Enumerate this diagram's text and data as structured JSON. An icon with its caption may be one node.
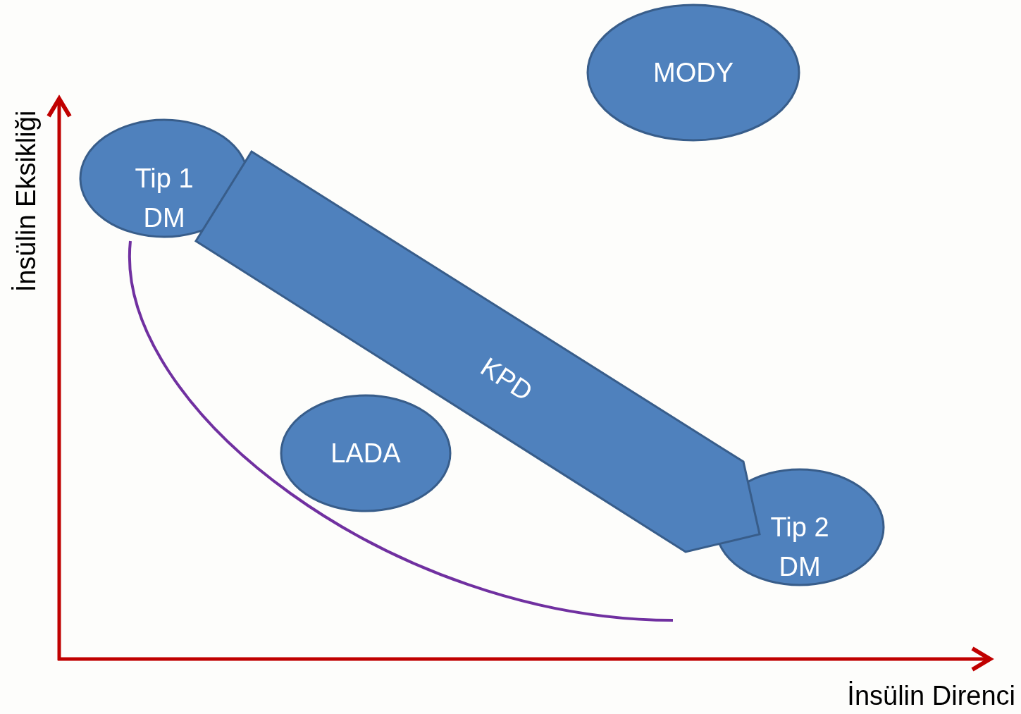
{
  "diagram": {
    "nodes": [
      {
        "text": [
          "MODY"
        ]
      },
      {
        "text": [
          "Tip 1 DM"
        ]
      },
      {
        "text": [
          "KPD"
        ]
      },
      {
        "text": [
          "LADA"
        ]
      },
      {
        "text": [
          "Tip 2 DM"
        ]
      }
    ],
    "labels": [
      "İnsülin Eksikliği",
      "İnsülin Direnci"
    ]
  }
}
